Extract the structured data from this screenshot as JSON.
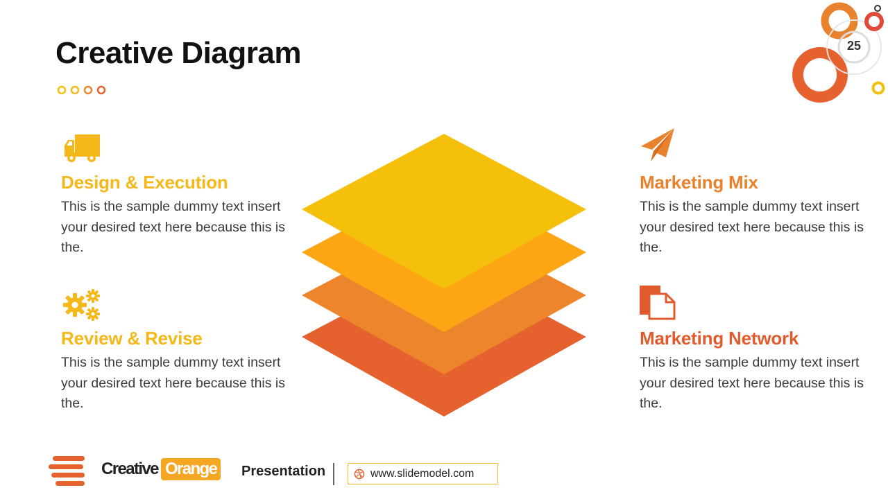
{
  "slide": {
    "title": "Creative Diagram",
    "page_number": "25"
  },
  "blocks": [
    {
      "icon": "truck-icon",
      "title": "Design & Execution",
      "text": "This is the sample dummy text insert your desired text here because this is the.",
      "color": "#F5B81A"
    },
    {
      "icon": "gears-icon",
      "title": "Review & Revise",
      "text": "This is the sample dummy text insert your desired text here because this is the.",
      "color": "#F5B81A"
    },
    {
      "icon": "paper-plane-icon",
      "title": "Marketing Mix",
      "text": "This is the sample dummy text insert your desired text here because this is the.",
      "color": "#E8822C"
    },
    {
      "icon": "documents-icon",
      "title": "Marketing Network",
      "text": "This is the sample dummy text insert your desired text here because this is the.",
      "color": "#E05C2F"
    }
  ],
  "diagram": {
    "layer_colors": [
      "#F5C00C",
      "#FDA614",
      "#EC852C",
      "#E5622F"
    ]
  },
  "footer": {
    "brand_word": "Creative",
    "brand_badge": "Orange",
    "presentation_label": "Presentation",
    "url": "www.slidemodel.com"
  },
  "colors": {
    "yellow": "#F5B81A",
    "orange": "#E8822C",
    "red": "#E05C2F"
  }
}
